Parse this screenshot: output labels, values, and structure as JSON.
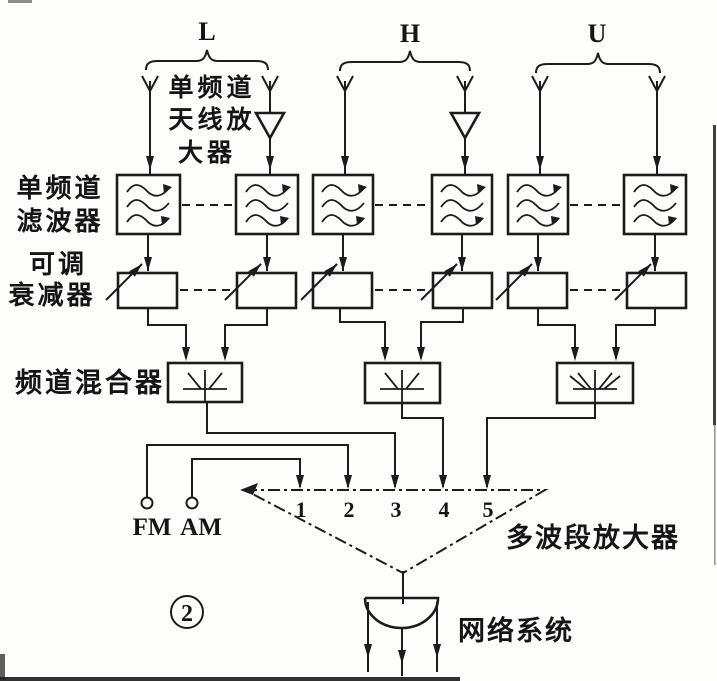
{
  "figure": {
    "bands": [
      {
        "label": "L"
      },
      {
        "label": "H"
      },
      {
        "label": "U"
      }
    ],
    "labels": {
      "antenna_amp_line1": "单频道",
      "antenna_amp_line2": "天线放",
      "antenna_amp_line3": "大器",
      "filter_line1": "单频道",
      "filter_line2": "滤波器",
      "attenuator_line1": "可调",
      "attenuator_line2": "衰减器",
      "channel_mixer": "频道混合器",
      "multiband_amplifier": "多波段放大器",
      "network_system": "网络系统",
      "fm": "FM",
      "am": "AM",
      "figure_number": "2"
    },
    "amplifier_inputs": [
      "1",
      "2",
      "3",
      "4",
      "5"
    ],
    "icons": {
      "antenna-icon": "Y-mast antenna symbol",
      "antenna-amplifier-icon": "downward open triangle amplifier",
      "filter-icon": "three wavy lines in box",
      "attenuator-icon": "box crossed by diagonal arrow",
      "mixer-icon": "converging lines combiner",
      "splitter-icon": "dome distribution splitter",
      "terminal-icon": "open circle terminal"
    },
    "colors": {
      "ink": "#1c1c1c",
      "paper": "#fdfdfc"
    }
  }
}
